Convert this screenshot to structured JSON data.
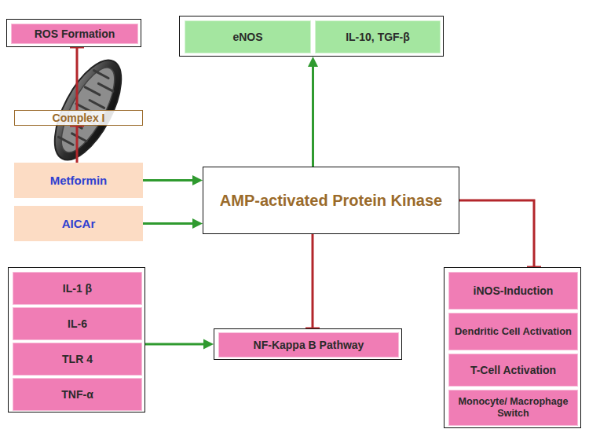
{
  "diagram": {
    "nodes": [
      {
        "text": []
      },
      {
        "text": [
          "ROS Formation"
        ],
        "in": 0
      },
      {
        "text": []
      },
      {
        "text": [
          "eNOS"
        ],
        "in": 2
      },
      {
        "text": [
          "IL-10, TGF-β"
        ],
        "in": 2
      },
      {
        "text": [
          "Complex I"
        ]
      },
      {
        "text": [
          "Metformin"
        ]
      },
      {
        "text": [
          "AICAr"
        ]
      },
      {
        "text": [
          "AMP-activated Protein Kinase"
        ]
      },
      {
        "text": []
      },
      {
        "text": [
          "IL-1 β"
        ],
        "in": 9
      },
      {
        "text": [
          "IL-6"
        ],
        "in": 9
      },
      {
        "text": [
          "TLR 4"
        ],
        "in": 9
      },
      {
        "text": [
          "TNF-α"
        ],
        "in": 9
      },
      {
        "text": []
      },
      {
        "text": [
          "NF-Kappa B Pathway"
        ],
        "in": 14
      },
      {
        "text": []
      },
      {
        "text": [
          "iNOS-Induction"
        ],
        "in": 16
      },
      {
        "text": [
          "Dendritic Cell Activation"
        ],
        "in": 16
      },
      {
        "text": [
          "T-Cell Activation"
        ],
        "in": 16
      },
      {
        "text": [
          "Monocyte/ Macrophage Switch"
        ],
        "in": 16
      }
    ],
    "edges": [
      {
        "from": 6,
        "to": 5,
        "arrow": "to"
      },
      {
        "from": 5,
        "to": 0,
        "arrow": "to"
      },
      {
        "from": 6,
        "to": 8,
        "arrow": "to"
      },
      {
        "from": 7,
        "to": 8,
        "arrow": "to"
      },
      {
        "from": 8,
        "to": 2,
        "arrow": "to"
      },
      {
        "from": 8,
        "to": 14,
        "arrow": "to"
      },
      {
        "from": 9,
        "to": 14,
        "arrow": "to"
      },
      {
        "from": 8,
        "to": 16,
        "arrow": "to"
      }
    ]
  }
}
